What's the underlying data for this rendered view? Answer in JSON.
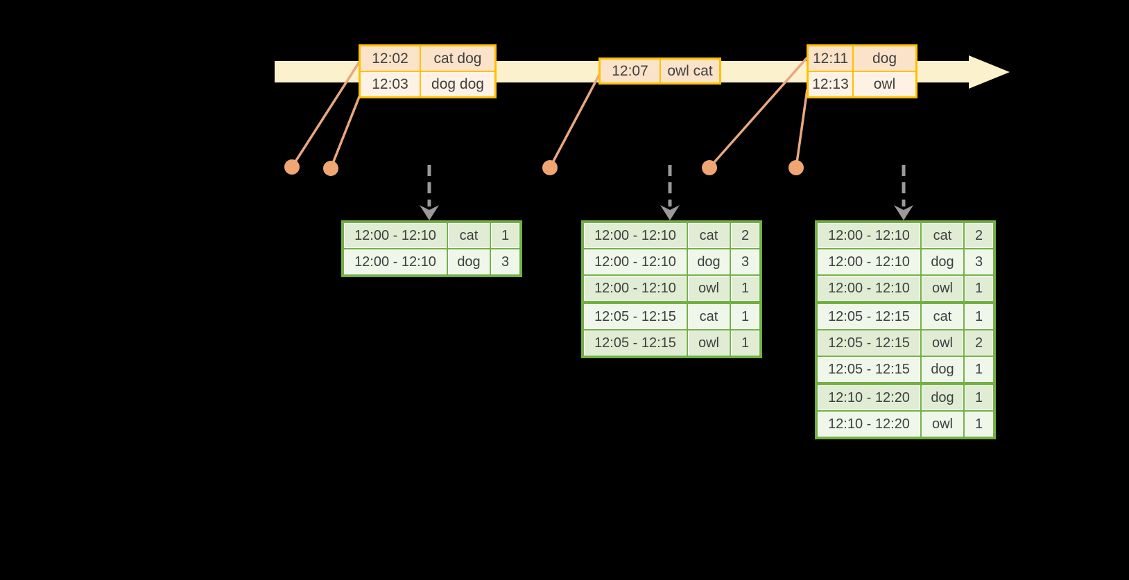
{
  "diagram": "event-time-windowed-aggregation",
  "colors": {
    "background": "#000000",
    "timeline_band": "#FBF1CC",
    "event_border": "#FFC000",
    "event_row_dark": "#FAE3C9",
    "event_row_light": "#FDF2E4",
    "connector_line": "#E9A87E",
    "event_dot": "#F0A673",
    "trigger_arrow": "#9A9A9A",
    "result_border": "#72B043",
    "result_row_dark": "#E0EDD4",
    "result_row_light": "#EFF6EA",
    "text": "#3F3F3F"
  },
  "timeline": {
    "events": [
      {
        "rows": [
          {
            "time": "12:02",
            "words": "cat dog"
          },
          {
            "time": "12:03",
            "words": "dog dog"
          }
        ]
      },
      {
        "rows": [
          {
            "time": "12:07",
            "words": "owl cat"
          }
        ]
      },
      {
        "rows": [
          {
            "time": "12:11",
            "words": "dog"
          },
          {
            "time": "12:13",
            "words": "owl"
          }
        ]
      }
    ]
  },
  "result_tables": [
    {
      "rows": [
        {
          "window": "12:00 - 12:10",
          "word": "cat",
          "count": "1"
        },
        {
          "window": "12:00 - 12:10",
          "word": "dog",
          "count": "3"
        }
      ]
    },
    {
      "rows": [
        {
          "window": "12:00 - 12:10",
          "word": "cat",
          "count": "2"
        },
        {
          "window": "12:00 - 12:10",
          "word": "dog",
          "count": "3"
        },
        {
          "window": "12:00 - 12:10",
          "word": "owl",
          "count": "1"
        },
        {
          "window": "12:05 - 12:15",
          "word": "cat",
          "count": "1"
        },
        {
          "window": "12:05 - 12:15",
          "word": "owl",
          "count": "1"
        }
      ]
    },
    {
      "rows": [
        {
          "window": "12:00 - 12:10",
          "word": "cat",
          "count": "2"
        },
        {
          "window": "12:00 - 12:10",
          "word": "dog",
          "count": "3"
        },
        {
          "window": "12:00 - 12:10",
          "word": "owl",
          "count": "1"
        },
        {
          "window": "12:05 - 12:15",
          "word": "cat",
          "count": "1"
        },
        {
          "window": "12:05 - 12:15",
          "word": "owl",
          "count": "2"
        },
        {
          "window": "12:05 - 12:15",
          "word": "dog",
          "count": "1"
        },
        {
          "window": "12:10 - 12:20",
          "word": "dog",
          "count": "1"
        },
        {
          "window": "12:10 - 12:20",
          "word": "owl",
          "count": "1"
        }
      ]
    }
  ]
}
